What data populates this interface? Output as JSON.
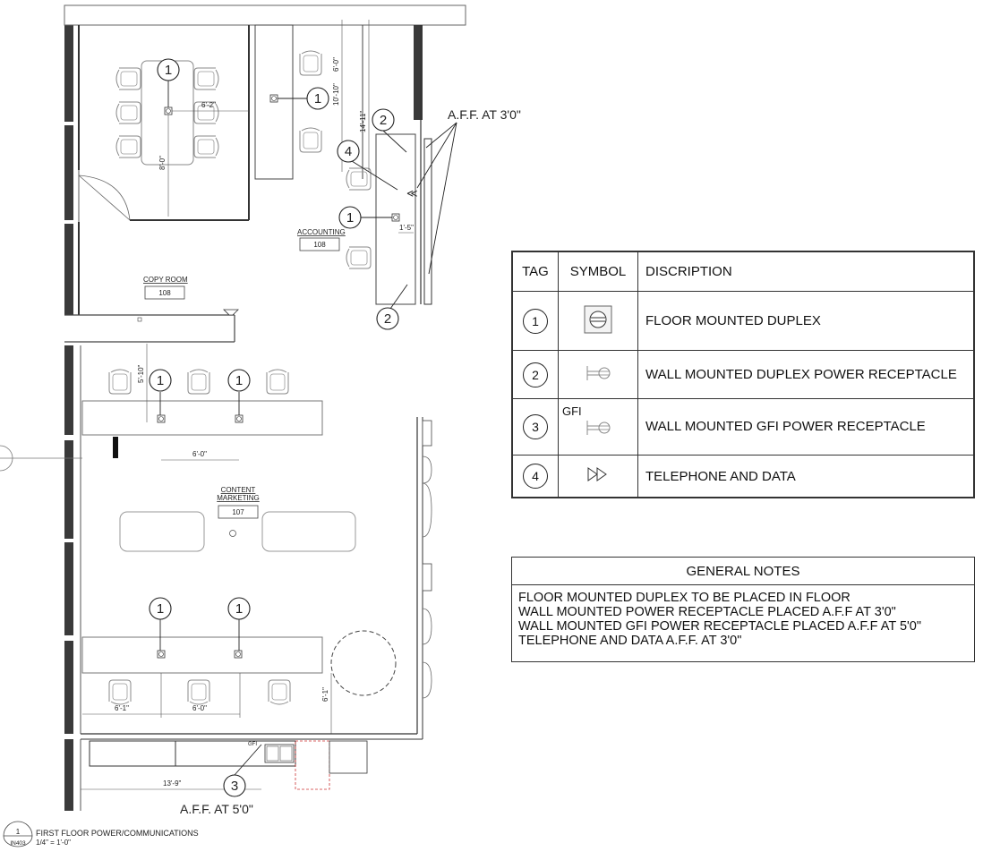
{
  "rooms": {
    "copy_room": {
      "name": "COPY ROOM",
      "number": "108"
    },
    "accounting": {
      "name": "ACCOUNTING",
      "number": "108"
    },
    "content_marketing": {
      "name_line1": "CONTENT",
      "name_line2": "MARKETING",
      "number": "107"
    }
  },
  "tags": [
    "1",
    "2",
    "3",
    "4"
  ],
  "callouts": {
    "aff_3": "A.F.F. AT 3'0\"",
    "aff_5": "A.F.F. AT 5'0\""
  },
  "gfi_small": "GFI",
  "dimensions": {
    "d_6_2": "6'-2\"",
    "d_8_0": "8'-0\"",
    "d_6_0_top": "6'-0\"",
    "d_10_10": "10'-10\"",
    "d_14_11": "14'-11\"",
    "d_1_5": "1'-5\"",
    "d_5_10": "5'-10\"",
    "d_6_0_a": "6'-0\"",
    "d_6_1_a": "6'-1\"",
    "d_6_0_b": "6'-0\"",
    "d_6_1_v": "6'-1\"",
    "d_13_9": "13'-9\""
  },
  "drawing_title": {
    "number": "1",
    "sheet": "IN403",
    "title": "FIRST FLOOR POWER/COMMUNICATIONS",
    "scale": "1/4\" = 1'-0\""
  },
  "legend": {
    "headers": {
      "tag": "TAG",
      "symbol": "SYMBOL",
      "description": "DISCRIPTION"
    },
    "rows": [
      {
        "tag": "1",
        "symbol_icon": "floor-duplex-icon",
        "description": "FLOOR MOUNTED DUPLEX"
      },
      {
        "tag": "2",
        "symbol_icon": "wall-duplex-icon",
        "description": "WALL MOUNTED DUPLEX POWER RECEPTACLE"
      },
      {
        "tag": "3",
        "symbol_icon": "gfi-receptacle-icon",
        "symbol_label": "GFI",
        "description": "WALL MOUNTED GFI POWER RECEPTACLE"
      },
      {
        "tag": "4",
        "symbol_icon": "telephone-data-icon",
        "description": "TELEPHONE AND DATA"
      }
    ]
  },
  "general_notes": {
    "title": "GENERAL NOTES",
    "lines": [
      "FLOOR MOUNTED DUPLEX TO BE PLACED IN FLOOR",
      "WALL MOUNTED POWER RECEPTACLE PLACED A.F.F AT 3'0\"",
      "WALL MOUNTED GFI POWER RECEPTACLE PLACED A.F.F AT 5'0\"",
      "TELEPHONE AND DATA A.F.F. AT 3'0\""
    ]
  }
}
